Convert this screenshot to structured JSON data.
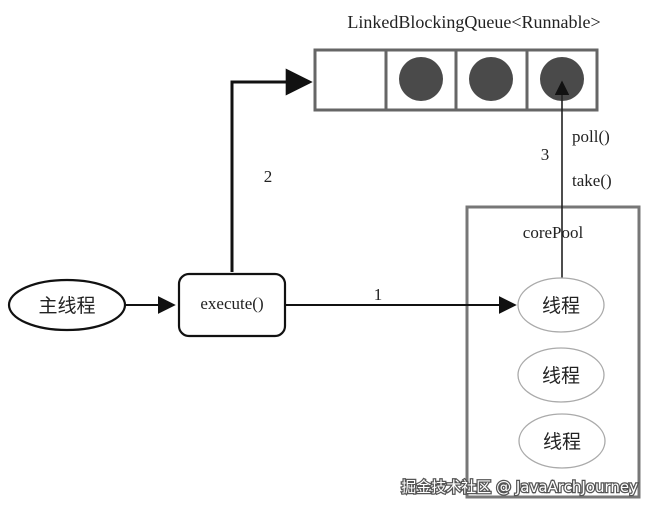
{
  "diagram": {
    "queue": {
      "title": "LinkedBlockingQueue<Runnable>",
      "slots": [
        {
          "filled": false
        },
        {
          "filled": true
        },
        {
          "filled": true
        },
        {
          "filled": true
        }
      ]
    },
    "main_thread": {
      "label": "主线程"
    },
    "execute": {
      "label": "execute()"
    },
    "core_pool": {
      "label": "corePool",
      "threads": [
        {
          "label": "线程"
        },
        {
          "label": "线程"
        },
        {
          "label": "线程"
        }
      ]
    },
    "edges": {
      "step1": {
        "label": "1"
      },
      "step2": {
        "label": "2"
      },
      "step3": {
        "label": "3",
        "methods": [
          "poll()",
          "take()"
        ]
      }
    },
    "colors": {
      "stroke_dark": "#111111",
      "stroke_gray": "#666666",
      "ball_fill": "#4a4a4a",
      "ellipse_light": "#aaaaaa"
    }
  },
  "watermark": {
    "text": "掘金技术社区 @ JavaArchJourney"
  }
}
